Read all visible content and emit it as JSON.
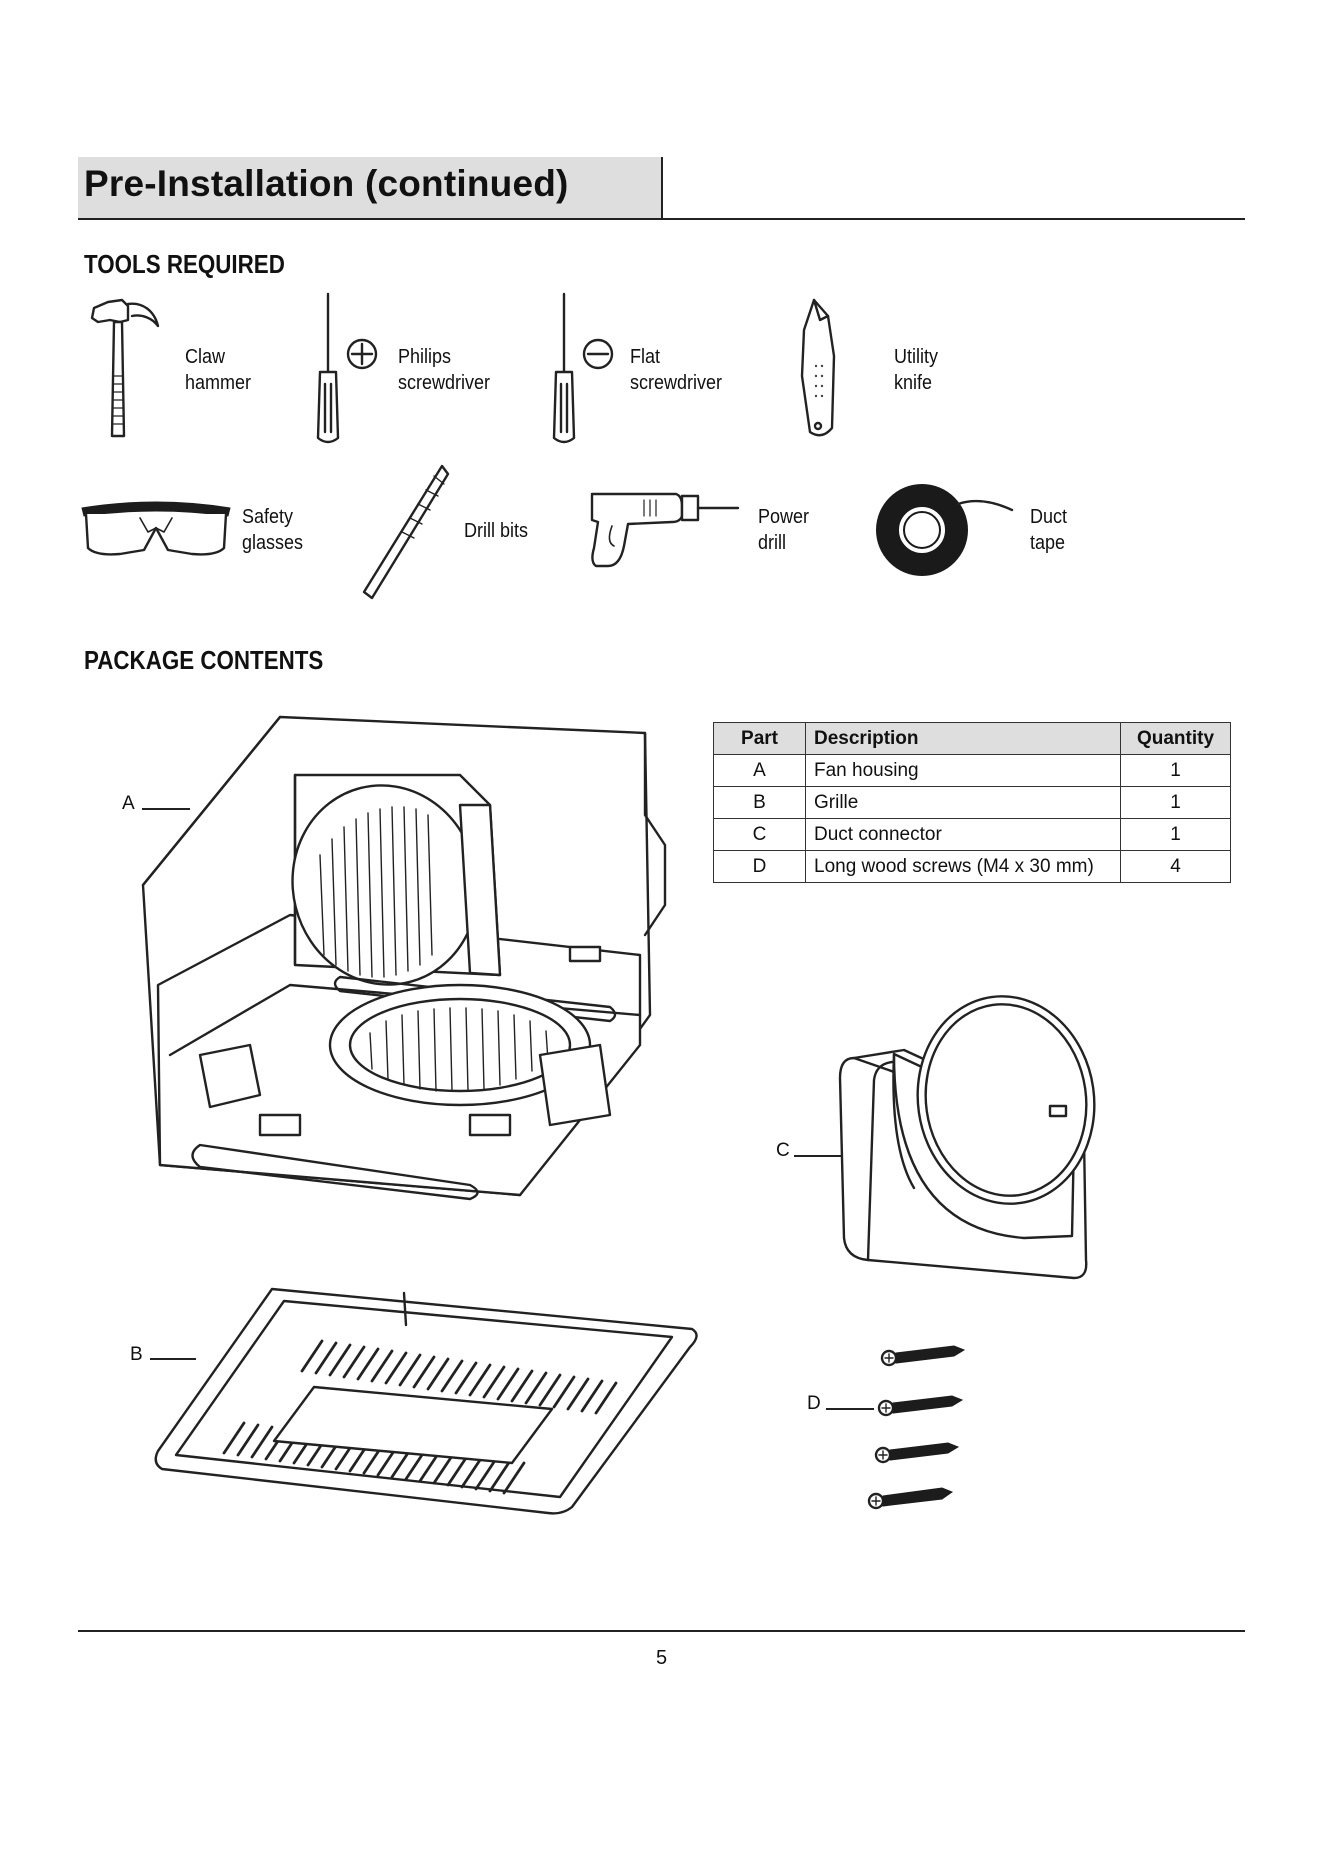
{
  "page": {
    "title": "Pre-Installation (continued)",
    "page_number": "5"
  },
  "tools": {
    "heading": "TOOLS REQUIRED",
    "items": [
      {
        "line1": "Claw",
        "line2": "hammer",
        "icon": "claw-hammer-icon"
      },
      {
        "line1": "Philips",
        "line2": "screwdriver",
        "icon": "philips-screwdriver-icon"
      },
      {
        "line1": "Flat",
        "line2": "screwdriver",
        "icon": "flat-screwdriver-icon"
      },
      {
        "line1": "Utility",
        "line2": "knife",
        "icon": "utility-knife-icon"
      },
      {
        "line1": "Safety",
        "line2": "glasses",
        "icon": "safety-glasses-icon"
      },
      {
        "line1": "Drill bits",
        "line2": "",
        "icon": "drill-bit-icon"
      },
      {
        "line1": "Power",
        "line2": "drill",
        "icon": "power-drill-icon"
      },
      {
        "line1": "Duct",
        "line2": "tape",
        "icon": "duct-tape-icon"
      }
    ]
  },
  "package": {
    "heading": "PACKAGE CONTENTS",
    "table": {
      "headers": [
        "Part",
        "Description",
        "Quantity"
      ],
      "rows": [
        [
          "A",
          "Fan housing",
          "1"
        ],
        [
          "B",
          "Grille",
          "1"
        ],
        [
          "C",
          "Duct connector",
          "1"
        ],
        [
          "D",
          "Long wood screws (M4 x 30 mm)",
          "4"
        ]
      ]
    },
    "callouts": [
      "A",
      "B",
      "C",
      "D"
    ]
  },
  "colors": {
    "header_fill": "#dedede",
    "ink": "#222222"
  }
}
